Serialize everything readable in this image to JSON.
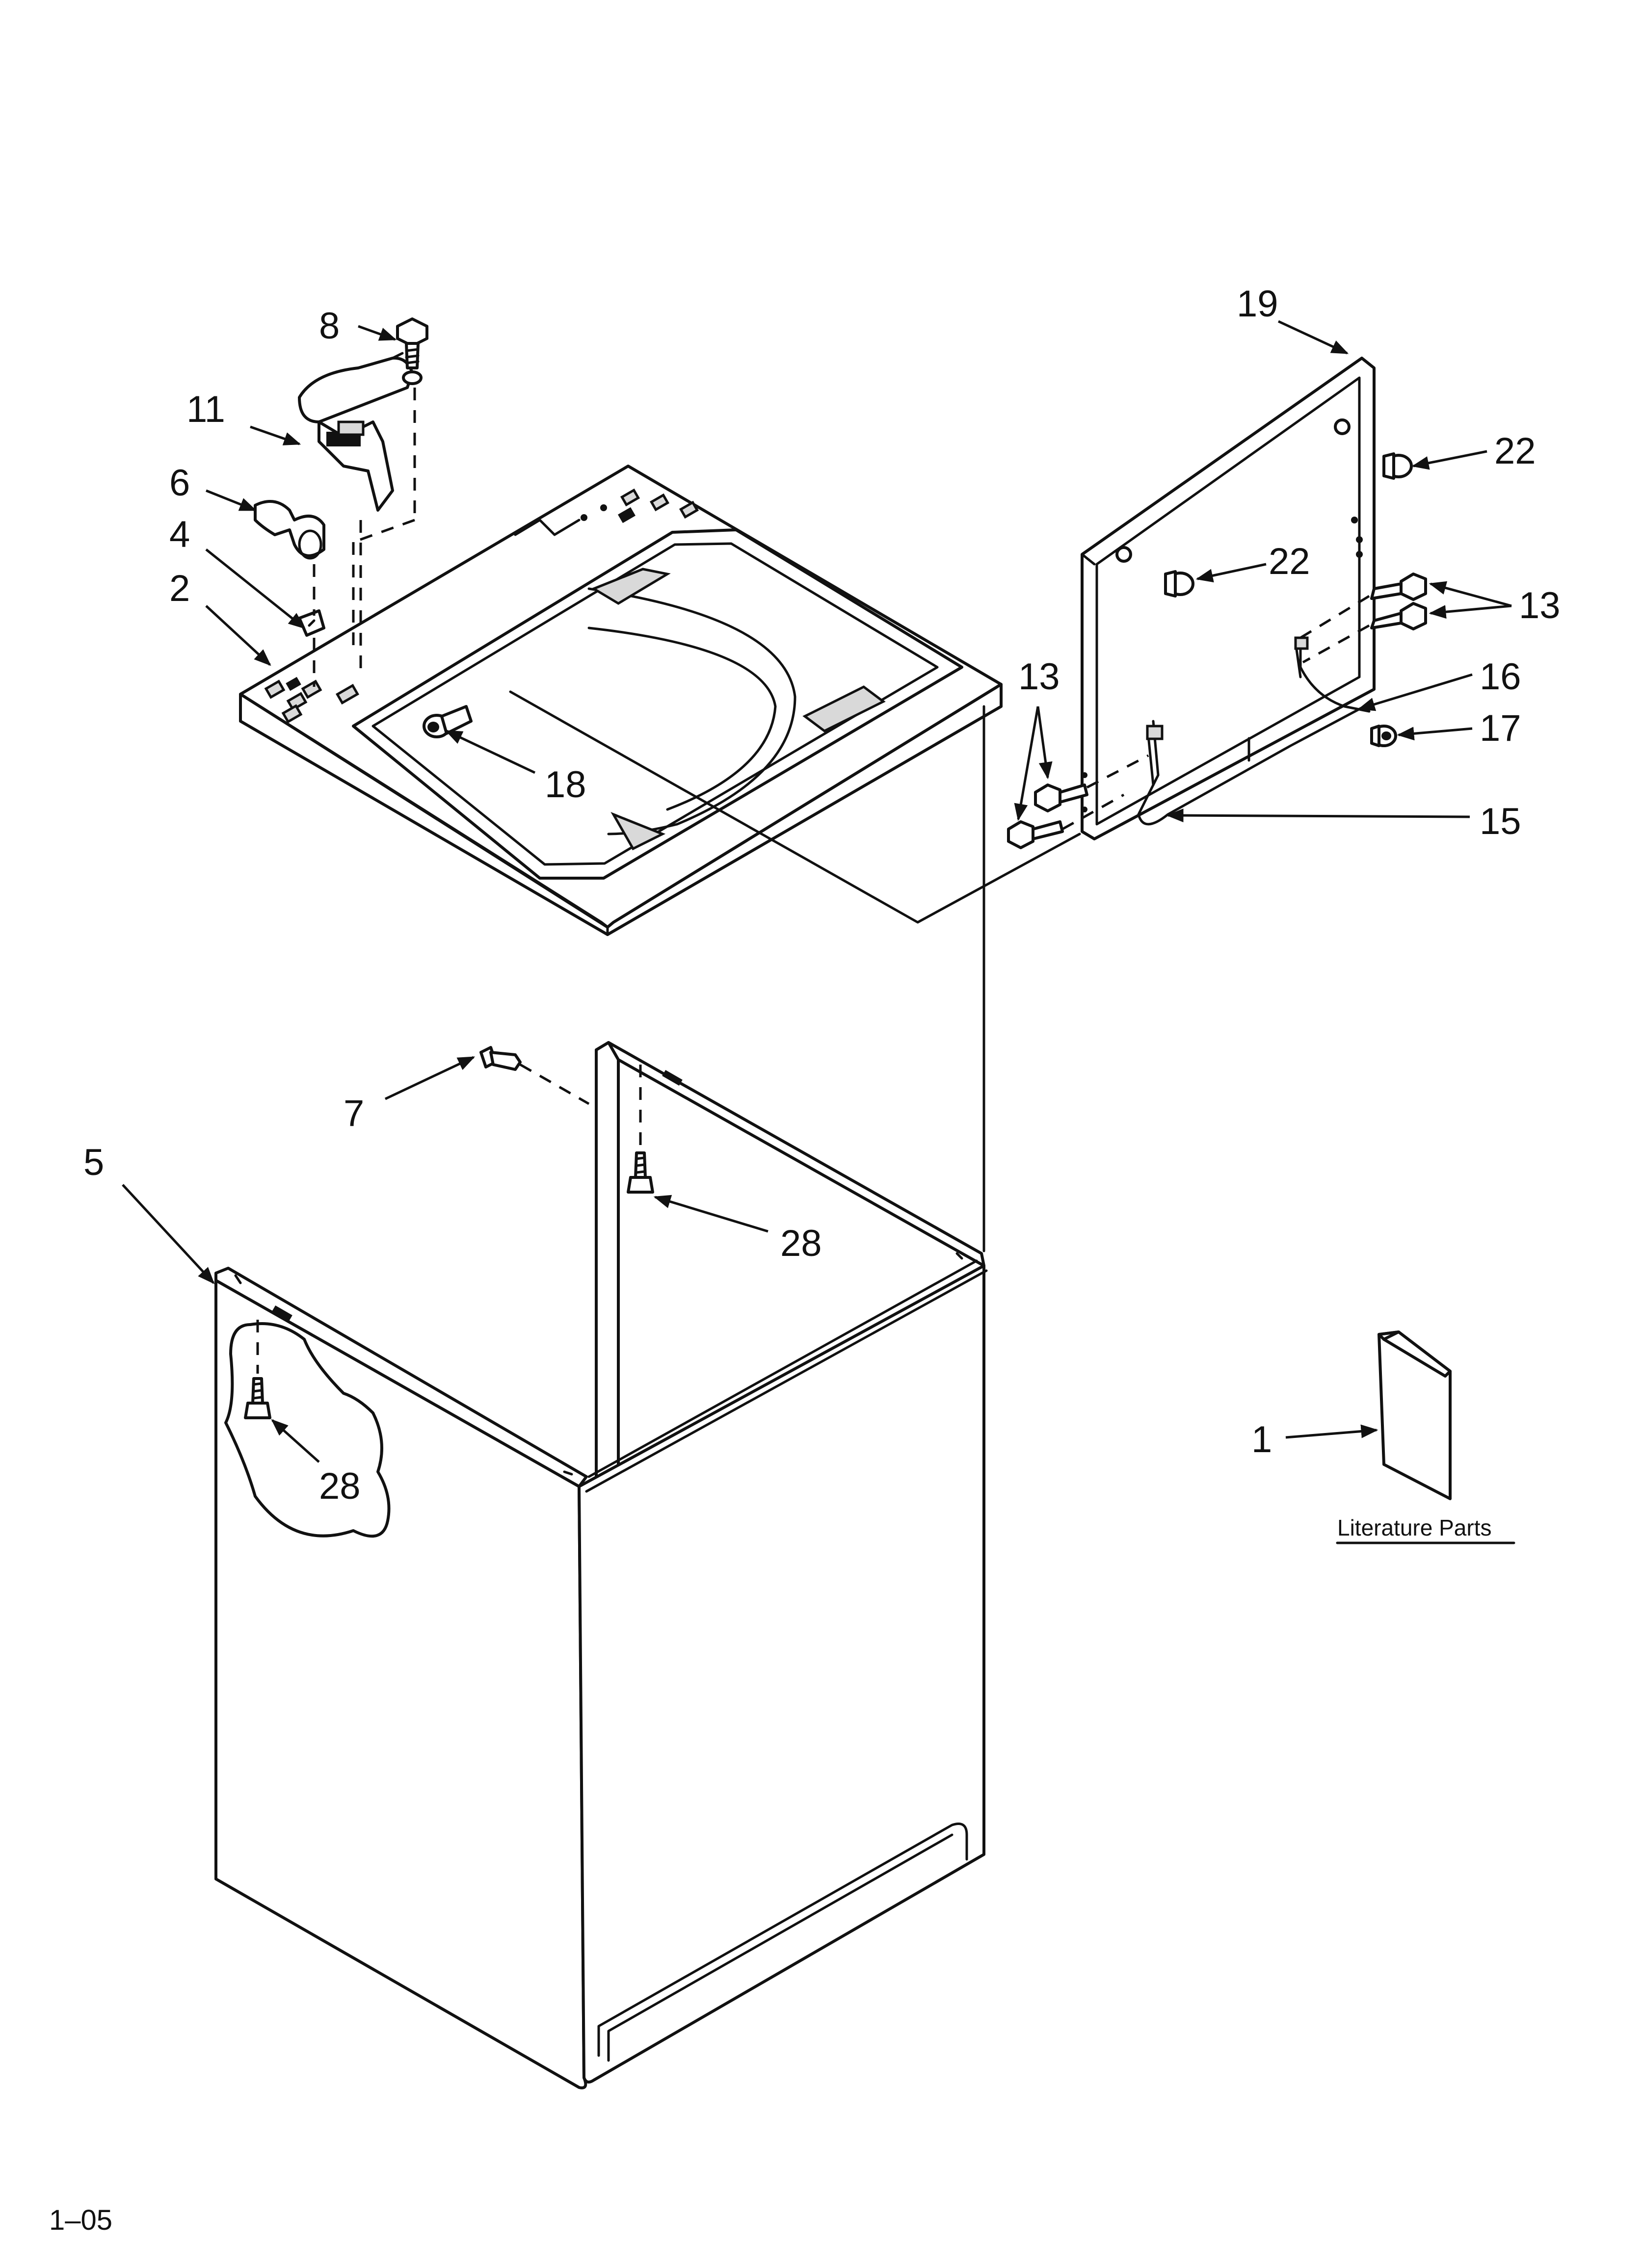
{
  "callouts": [
    {
      "id": "c8",
      "text": "8"
    },
    {
      "id": "c11",
      "text": "11"
    },
    {
      "id": "c6",
      "text": "6"
    },
    {
      "id": "c4",
      "text": "4"
    },
    {
      "id": "c2",
      "text": "2"
    },
    {
      "id": "c18",
      "text": "18"
    },
    {
      "id": "c19",
      "text": "19"
    },
    {
      "id": "c22a",
      "text": "22"
    },
    {
      "id": "c22b",
      "text": "22"
    },
    {
      "id": "c13a",
      "text": "13"
    },
    {
      "id": "c16",
      "text": "16"
    },
    {
      "id": "c17",
      "text": "17"
    },
    {
      "id": "c13b",
      "text": "13"
    },
    {
      "id": "c15",
      "text": "15"
    },
    {
      "id": "c7",
      "text": "7"
    },
    {
      "id": "c5",
      "text": "5"
    },
    {
      "id": "c28a",
      "text": "28"
    },
    {
      "id": "c28b",
      "text": "28"
    },
    {
      "id": "c1",
      "text": "1"
    }
  ],
  "literature_label": "Literature Parts",
  "page_code": "1–05"
}
